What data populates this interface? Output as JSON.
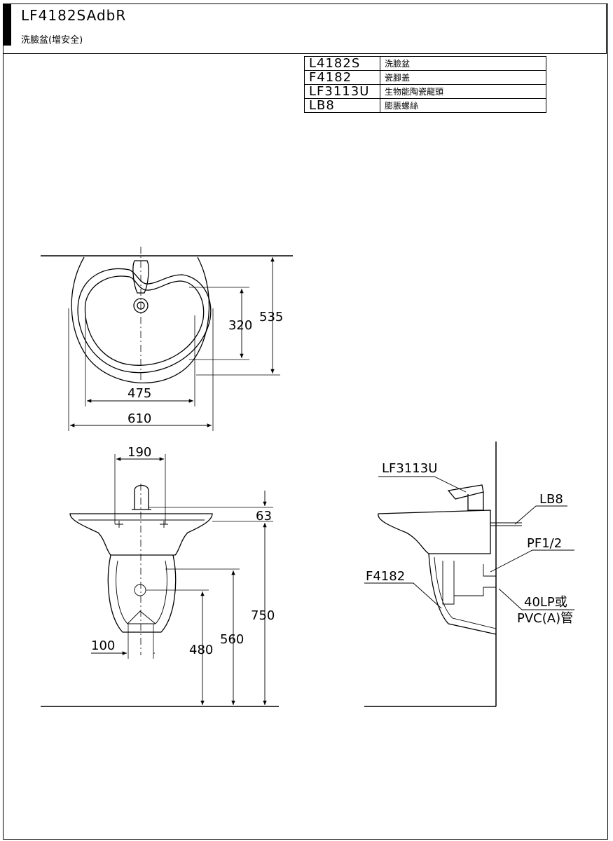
{
  "header": {
    "model": "LF4182SAdbR",
    "name": "洗臉盆(增安全)"
  },
  "parts": [
    {
      "code": "L4182S",
      "desc": "洗臉盆"
    },
    {
      "code": "F4182",
      "desc": "瓷腳盖"
    },
    {
      "code": "LF3113U",
      "desc": "生物能陶瓷龍頭"
    },
    {
      "code": "LB8",
      "desc": "膨脹螺絲"
    }
  ],
  "dimensions": {
    "top_inner_width": "475",
    "top_outer_width": "610",
    "top_inner_depth": "320",
    "top_outer_depth": "535",
    "front_faucet_spacing": "190",
    "front_rim_height": "63",
    "front_pedestal_width": "100",
    "front_drain_height": "480",
    "front_inlet_height": "560",
    "front_total_height": "750"
  },
  "side_labels": {
    "faucet": "LF3113U",
    "bolt": "LB8",
    "supply": "PF1/2",
    "pedestal": "F4182",
    "drain_line1": "40LP或",
    "drain_line2": "PVC(A)管"
  }
}
